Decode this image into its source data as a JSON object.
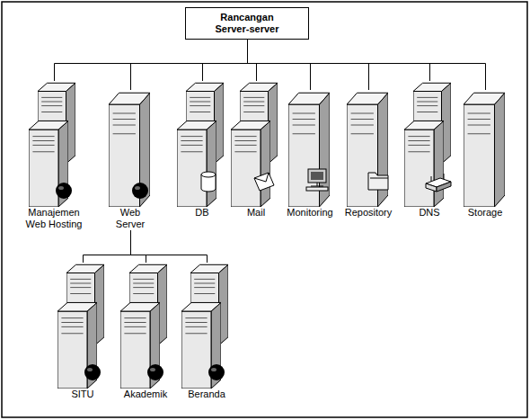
{
  "diagram": {
    "nodes": [
      {
        "text": [
          "Rancangan Server-server"
        ]
      },
      {
        "text": [
          "Manajemen Web Hosting"
        ]
      },
      {
        "text": [
          "Web Server"
        ]
      },
      {
        "text": [
          "DB"
        ]
      },
      {
        "text": [
          "Mail"
        ]
      },
      {
        "text": [
          "Monitoring"
        ]
      },
      {
        "text": [
          "Repository"
        ]
      },
      {
        "text": [
          "DNS"
        ]
      },
      {
        "text": [
          "Storage"
        ]
      },
      {
        "text": [
          "SITU"
        ]
      },
      {
        "text": [
          "Akademik"
        ]
      },
      {
        "text": [
          "Beranda"
        ]
      }
    ],
    "edges": [
      {
        "from": 0,
        "to": 1,
        "arrow": "none"
      },
      {
        "from": 0,
        "to": 2,
        "arrow": "none"
      },
      {
        "from": 0,
        "to": 3,
        "arrow": "none"
      },
      {
        "from": 0,
        "to": 4,
        "arrow": "none"
      },
      {
        "from": 0,
        "to": 5,
        "arrow": "none"
      },
      {
        "from": 0,
        "to": 6,
        "arrow": "none"
      },
      {
        "from": 0,
        "to": 7,
        "arrow": "none"
      },
      {
        "from": 0,
        "to": 8,
        "arrow": "none"
      },
      {
        "from": 2,
        "to": 9,
        "arrow": "none"
      },
      {
        "from": 2,
        "to": 10,
        "arrow": "none"
      },
      {
        "from": 2,
        "to": 11,
        "arrow": "none"
      }
    ]
  }
}
